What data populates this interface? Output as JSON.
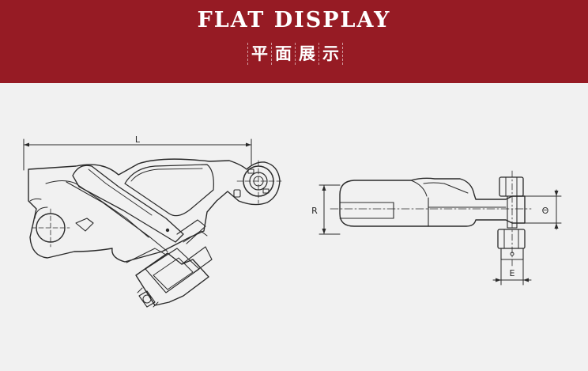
{
  "header": {
    "title_en": "FLAT DISPLAY",
    "title_cn": [
      "平",
      "面",
      "展",
      "示"
    ],
    "background_color": "#961b24",
    "text_color": "#ffffff"
  },
  "drawing": {
    "line_color": "#2a2a2a",
    "left_view": {
      "dimension_L": "L"
    },
    "right_view": {
      "dimension_R": "R",
      "dimension_theta": "Θ",
      "dimension_E": "E"
    }
  }
}
